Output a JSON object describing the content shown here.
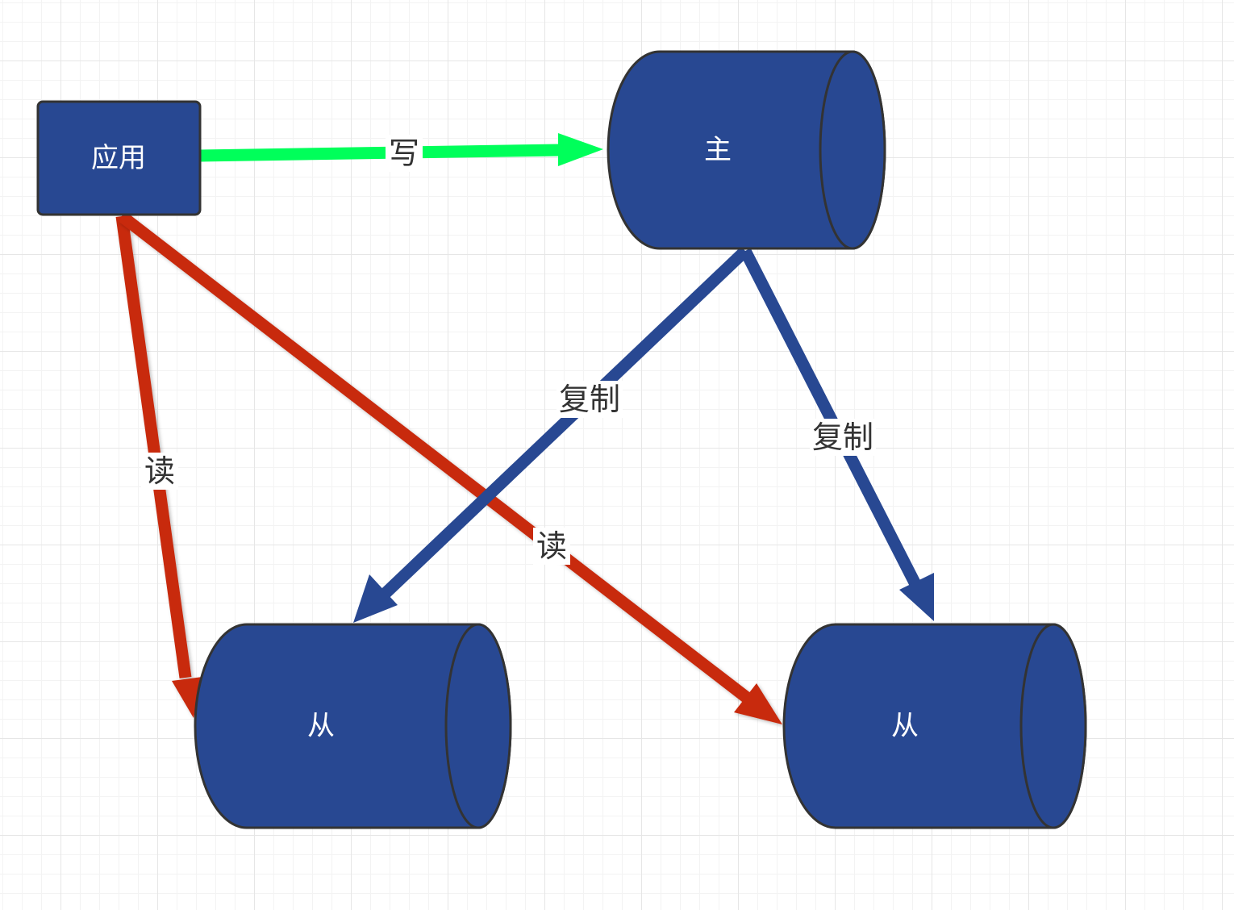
{
  "colors": {
    "node_fill": "#284892",
    "node_stroke": "#333333",
    "write_edge": "#00ff5a",
    "read_edge": "#c8290f",
    "replicate_edge": "#284892"
  },
  "nodes": {
    "app": {
      "label": "应用",
      "shape": "rectangle"
    },
    "master": {
      "label": "主",
      "shape": "cylinder"
    },
    "slave_left": {
      "label": "从",
      "shape": "cylinder"
    },
    "slave_right": {
      "label": "从",
      "shape": "cylinder"
    }
  },
  "edges": {
    "write": {
      "label": "写",
      "from": "app",
      "to": "master"
    },
    "read_left": {
      "label": "读",
      "from": "app",
      "to": "slave_left"
    },
    "read_right": {
      "label": "读",
      "from": "app",
      "to": "slave_right"
    },
    "replicate_left": {
      "label": "复制",
      "from": "master",
      "to": "slave_left"
    },
    "replicate_right": {
      "label": "复制",
      "from": "master",
      "to": "slave_right"
    }
  }
}
